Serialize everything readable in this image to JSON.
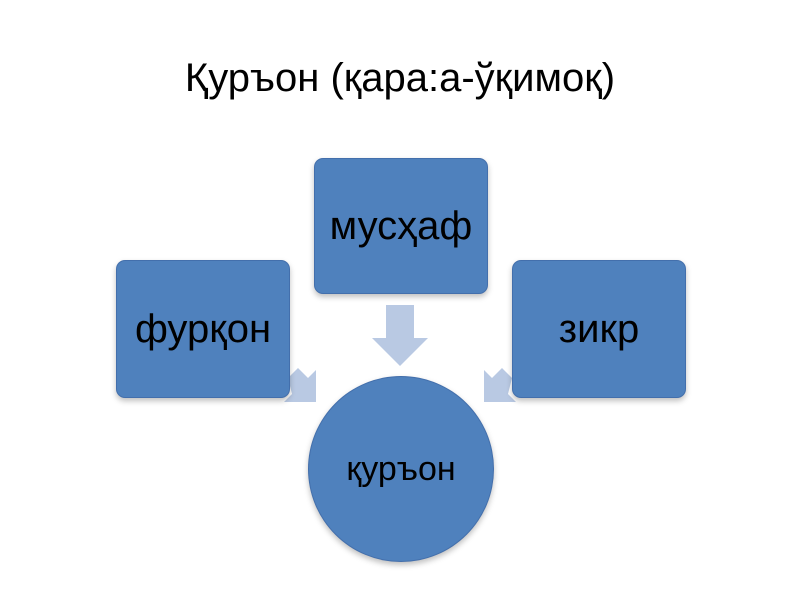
{
  "title": "Қуръон (қара:а-ўқимоқ)",
  "diagram": {
    "top_box": "мусҳаф",
    "left_box": "фурқон",
    "right_box": "зикр",
    "center_circle": "қуръон"
  },
  "colors": {
    "shape_fill": "#4f81bd",
    "arrow_fill": "#b9c9e3",
    "text": "#000000",
    "background": "#ffffff"
  }
}
